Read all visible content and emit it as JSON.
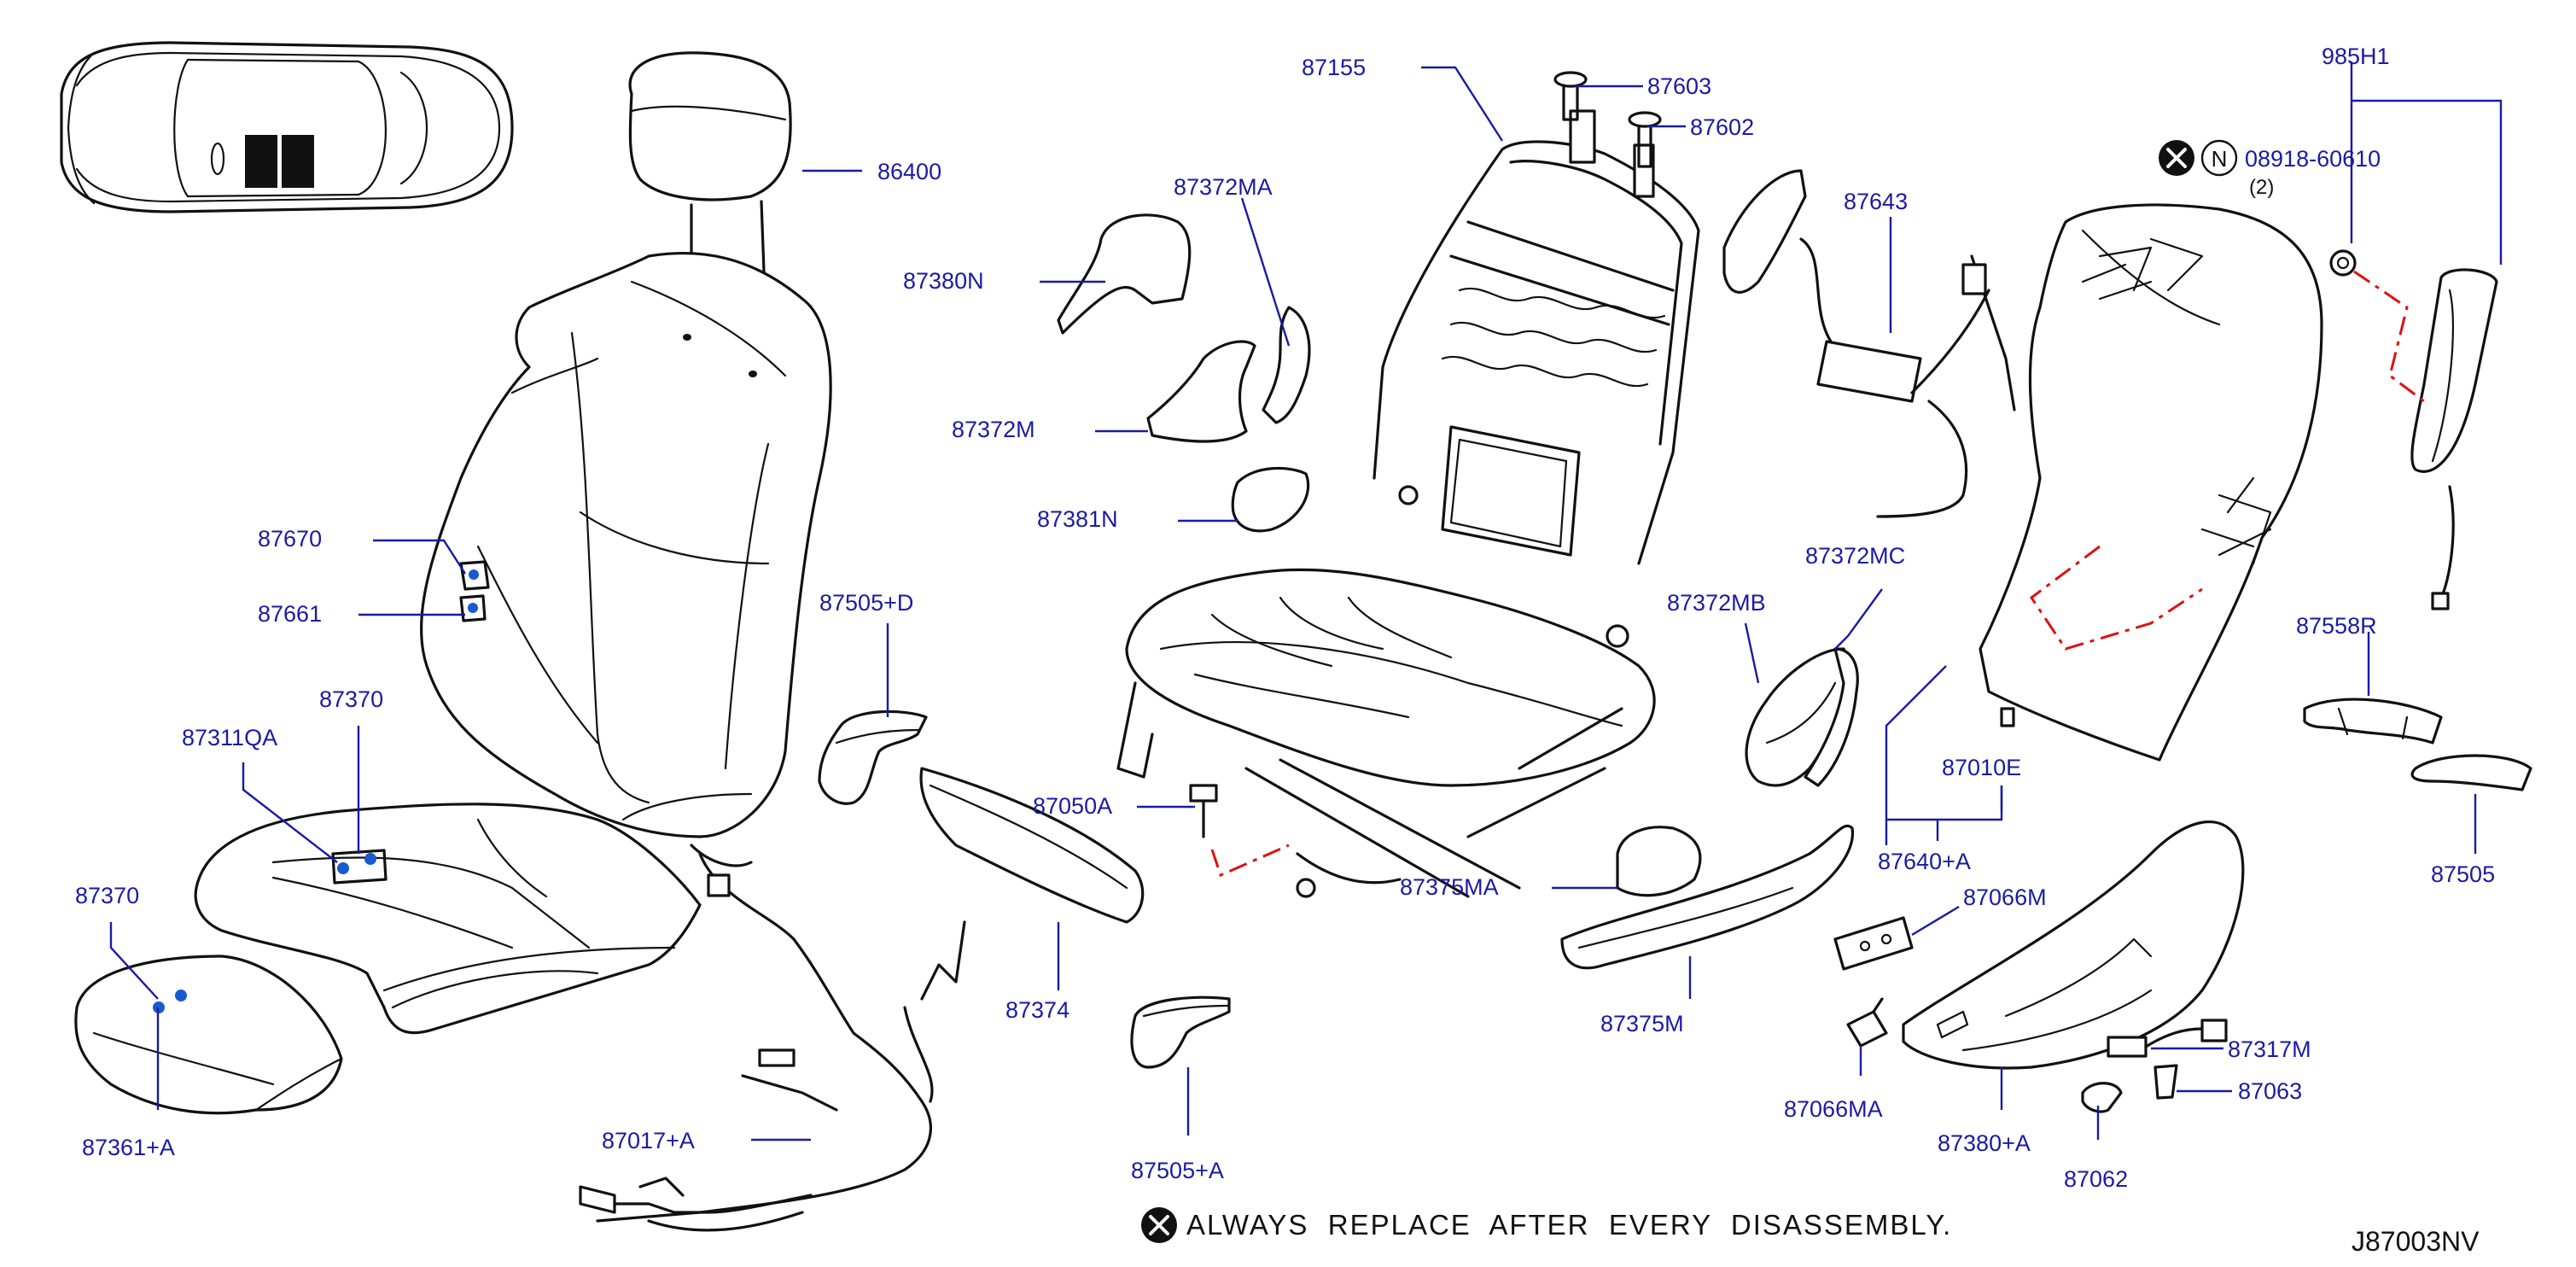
{
  "diagram_code": "J87003NV",
  "note": {
    "symbol": "x-circle",
    "text": "ALWAYS  REPLACE  AFTER  EVERY  DISASSEMBLY."
  },
  "special_part": {
    "marks": [
      "x-circle",
      "N"
    ],
    "number": "08918-60610",
    "qty": "(2)"
  },
  "labels": {
    "l87155": "87155",
    "l87603": "87603",
    "l87602": "87602",
    "l985H1": "985H1",
    "l86400": "86400",
    "l87372MA": "87372MA",
    "l87380N": "87380N",
    "l87643": "87643",
    "l87372M": "87372M",
    "l87381N": "87381N",
    "l87670": "87670",
    "l87661": "87661",
    "l87372MC": "87372MC",
    "l87505D": "87505+D",
    "l87372MB": "87372MB",
    "l87558R": "87558R",
    "l87370a": "87370",
    "l87311QA": "87311QA",
    "l87010E": "87010E",
    "l87050A": "87050A",
    "l87640A": "87640+A",
    "l87505": "87505",
    "l87370b": "87370",
    "l87375MA": "87375MA",
    "l87066M": "87066M",
    "l87374": "87374",
    "l87375M": "87375M",
    "l87317M": "87317M",
    "l87066MA": "87066MA",
    "l87063": "87063",
    "l87361A": "87361+A",
    "l87017A": "87017+A",
    "l87380A": "87380+A",
    "l87505A": "87505+A",
    "l87062": "87062"
  },
  "colors": {
    "label": "#1a1aa6",
    "leader": "#1a1aa6",
    "linework": "#111111",
    "replace_path": "#e01010"
  },
  "icons": [
    "x-circle-icon",
    "n-circle-icon",
    "car-topview-icon"
  ]
}
